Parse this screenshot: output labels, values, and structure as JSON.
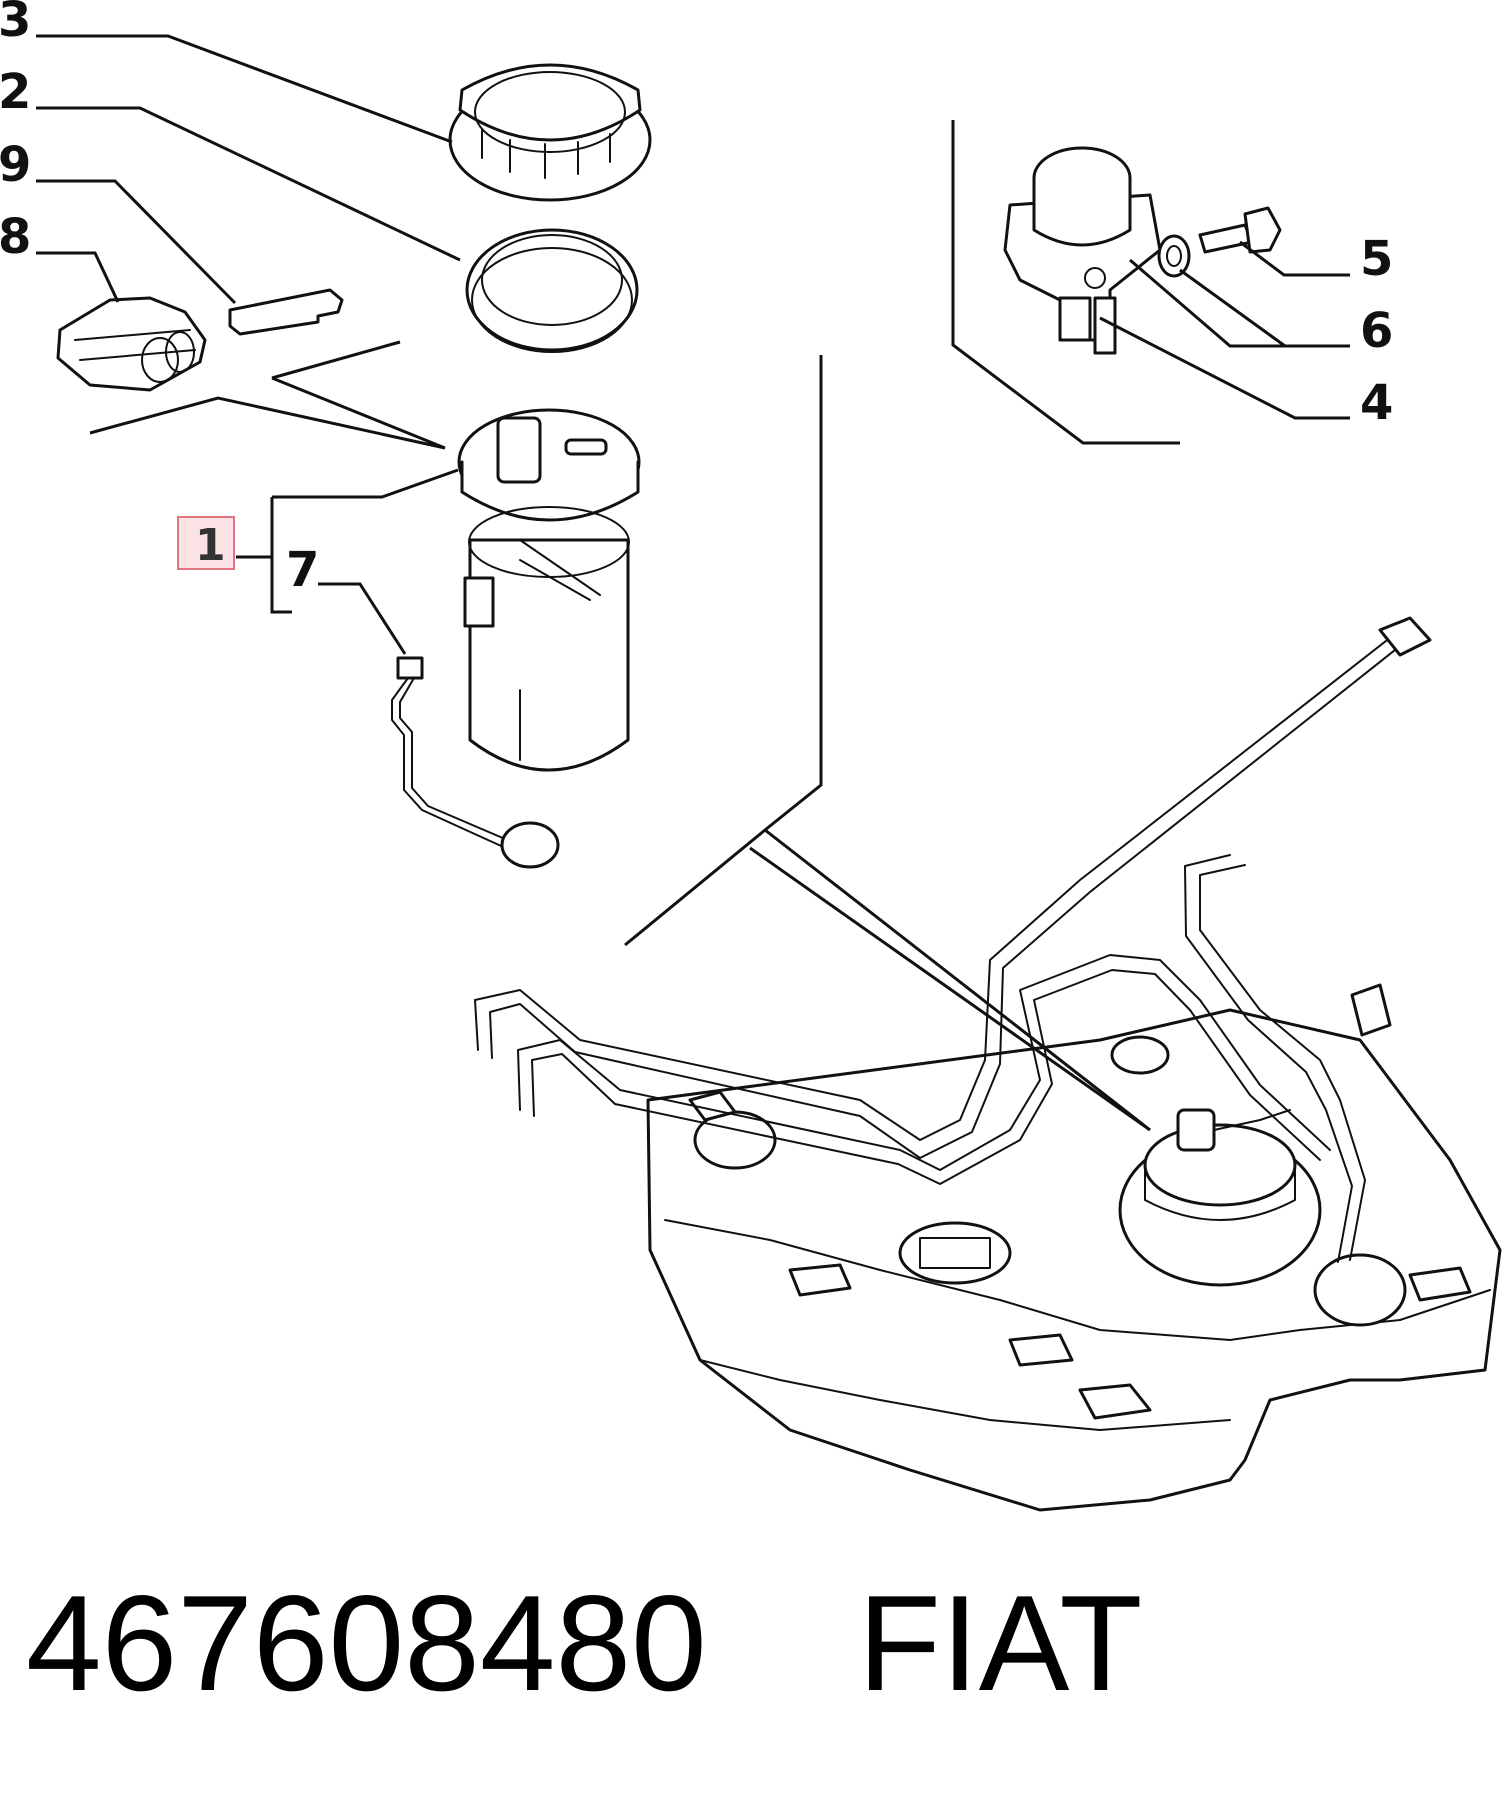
{
  "callouts": {
    "c1": "1",
    "c2": "2",
    "c3": "3",
    "c4": "4",
    "c5": "5",
    "c6": "6",
    "c7": "7",
    "c8": "8",
    "c9": "9"
  },
  "highlight_color": "#e0767e",
  "caption": {
    "part_number": "467608480",
    "brand": "FIAT"
  }
}
